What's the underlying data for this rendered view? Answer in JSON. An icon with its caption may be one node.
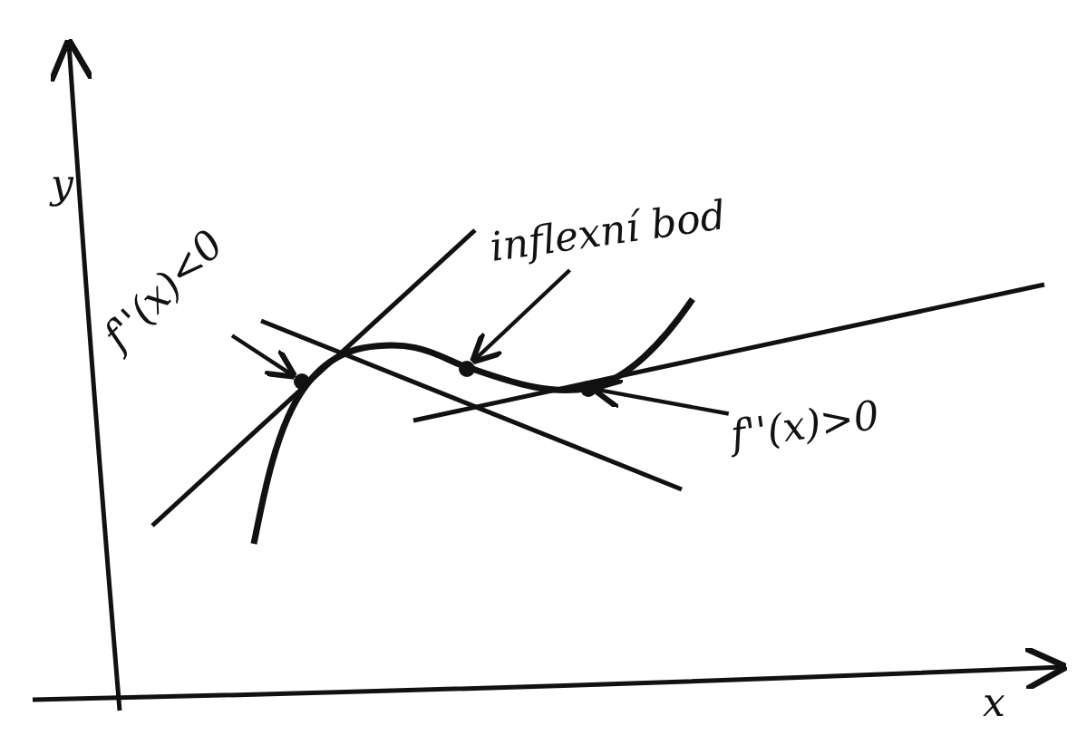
{
  "diagram": {
    "nodes": [
      {
        "text": [
          "f''(x)<0"
        ]
      },
      {
        "text": [],
        "shape": "circle"
      },
      {
        "text": [
          "inflexní bod"
        ]
      },
      {
        "text": [],
        "shape": "circle"
      },
      {
        "text": [
          "f''(x)>0"
        ]
      },
      {
        "text": [],
        "shape": "circle"
      }
    ],
    "edges": [
      {
        "from": 0,
        "to": 1,
        "arrow": "to"
      },
      {
        "from": 2,
        "to": 3,
        "arrow": "to"
      },
      {
        "from": 4,
        "to": 5,
        "arrow": "to"
      }
    ],
    "labels": [
      "y",
      "x"
    ]
  }
}
